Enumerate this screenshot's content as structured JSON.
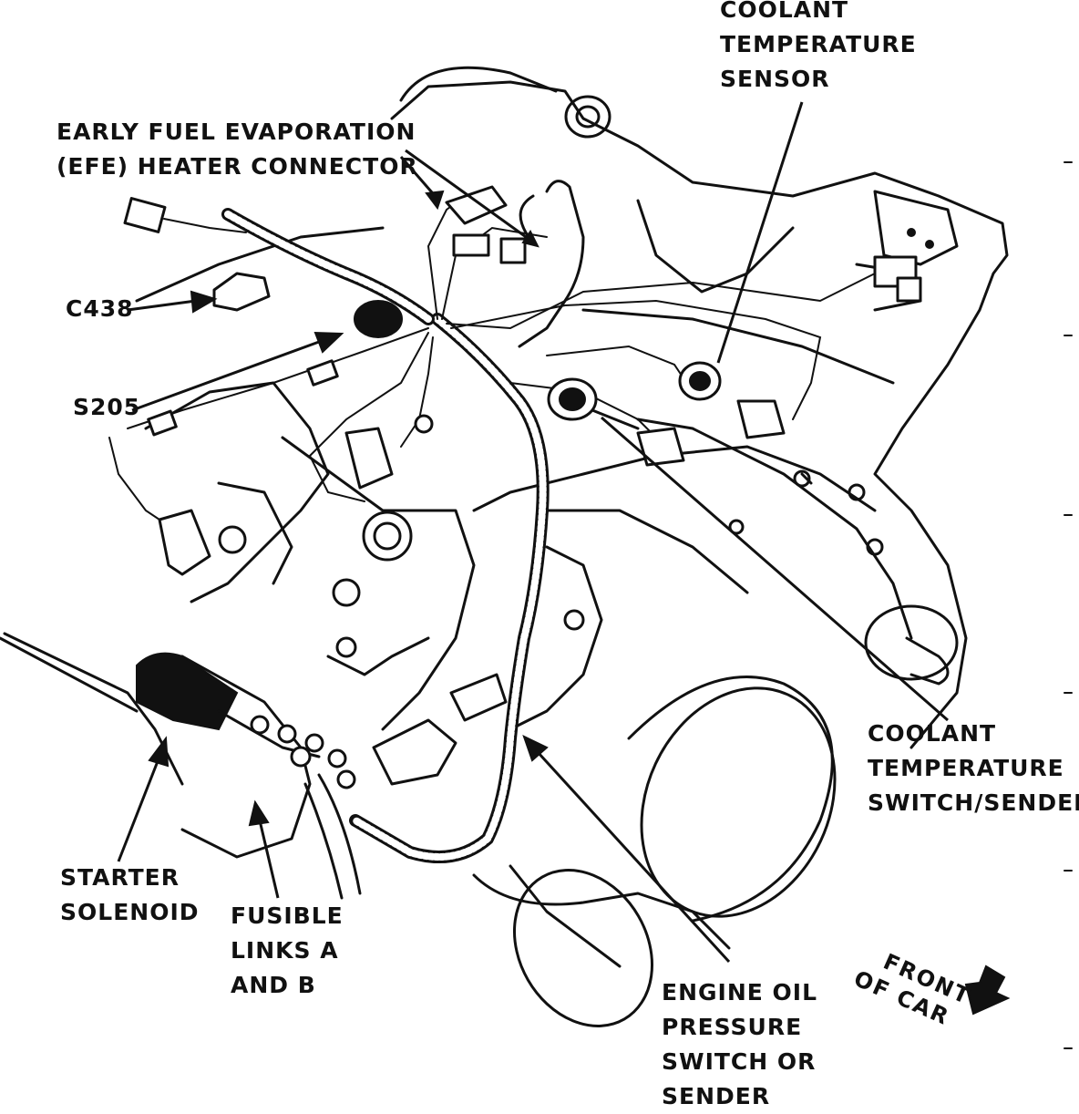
{
  "labels": {
    "coolant_temp_sensor": [
      "COOLANT",
      "TEMPERATURE",
      "SENSOR"
    ],
    "efe_heater_connector": [
      "EARLY FUEL EVAPORATION",
      "(EFE) HEATER CONNECTOR"
    ],
    "c438": [
      "C438"
    ],
    "s205": [
      "S205"
    ],
    "coolant_temp_switch": [
      "COOLANT",
      "TEMPERATURE",
      "SWITCH/SENDER"
    ],
    "starter_solenoid": [
      "STARTER",
      "SOLENOID"
    ],
    "fusible_links": [
      "FUSIBLE",
      "LINKS A",
      "AND B"
    ],
    "oil_pressure_switch": [
      "ENGINE OIL",
      "PRESSURE",
      "SWITCH OR",
      "SENDER"
    ],
    "front_of_car": [
      "FRONT",
      "OF CAR"
    ]
  },
  "icons": {
    "direction_arrow": "front-arrow-icon"
  },
  "colors": {
    "ink": "#111111",
    "paper": "#ffffff"
  }
}
